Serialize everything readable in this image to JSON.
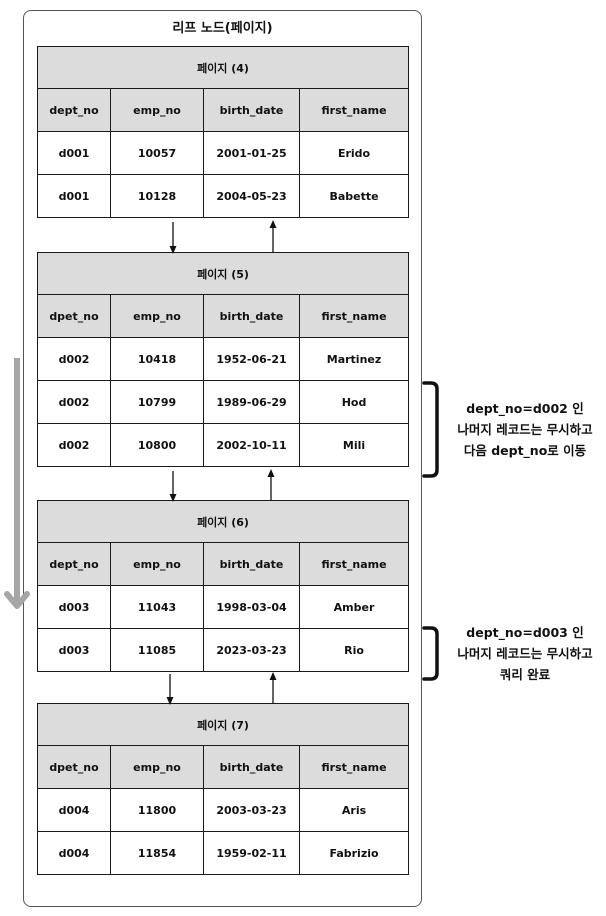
{
  "leaf_title": "리프 노드(페이지)",
  "colors": {
    "header_fill": "#dcdcdc",
    "border": "#1a1a1a",
    "scan_arrow": "#a6a6a6",
    "bracket": "#111111"
  },
  "pages": [
    {
      "title": "페이지 (4)",
      "columns": [
        "dept_no",
        "emp_no",
        "birth_date",
        "first_name"
      ],
      "rows": [
        [
          "d001",
          "10057",
          "2001-01-25",
          "Erido"
        ],
        [
          "d001",
          "10128",
          "2004-05-23",
          "Babette"
        ]
      ]
    },
    {
      "title": "페이지 (5)",
      "columns": [
        "dpet_no",
        "emp_no",
        "birth_date",
        "first_name"
      ],
      "rows": [
        [
          "d002",
          "10418",
          "1952-06-21",
          "Martinez"
        ],
        [
          "d002",
          "10799",
          "1989-06-29",
          "Hod"
        ],
        [
          "d002",
          "10800",
          "2002-10-11",
          "Mili"
        ]
      ]
    },
    {
      "title": "페이지 (6)",
      "columns": [
        "dept_no",
        "emp_no",
        "birth_date",
        "first_name"
      ],
      "rows": [
        [
          "d003",
          "11043",
          "1998-03-04",
          "Amber"
        ],
        [
          "d003",
          "11085",
          "2023-03-23",
          "Rio"
        ]
      ]
    },
    {
      "title": "페이지 (7)",
      "columns": [
        "dpet_no",
        "emp_no",
        "birth_date",
        "first_name"
      ],
      "rows": [
        [
          "d004",
          "11800",
          "2003-03-23",
          "Aris"
        ],
        [
          "d004",
          "11854",
          "1959-02-11",
          "Fabrizio"
        ]
      ]
    }
  ],
  "annotations": [
    {
      "lines": [
        "dept_no=d002 인",
        "나머지 레코드는 무시하고",
        "다음 dept_no로 이동"
      ]
    },
    {
      "lines": [
        "dept_no=d003 인",
        "나머지 레코드는 무시하고",
        "쿼리 완료"
      ]
    }
  ]
}
